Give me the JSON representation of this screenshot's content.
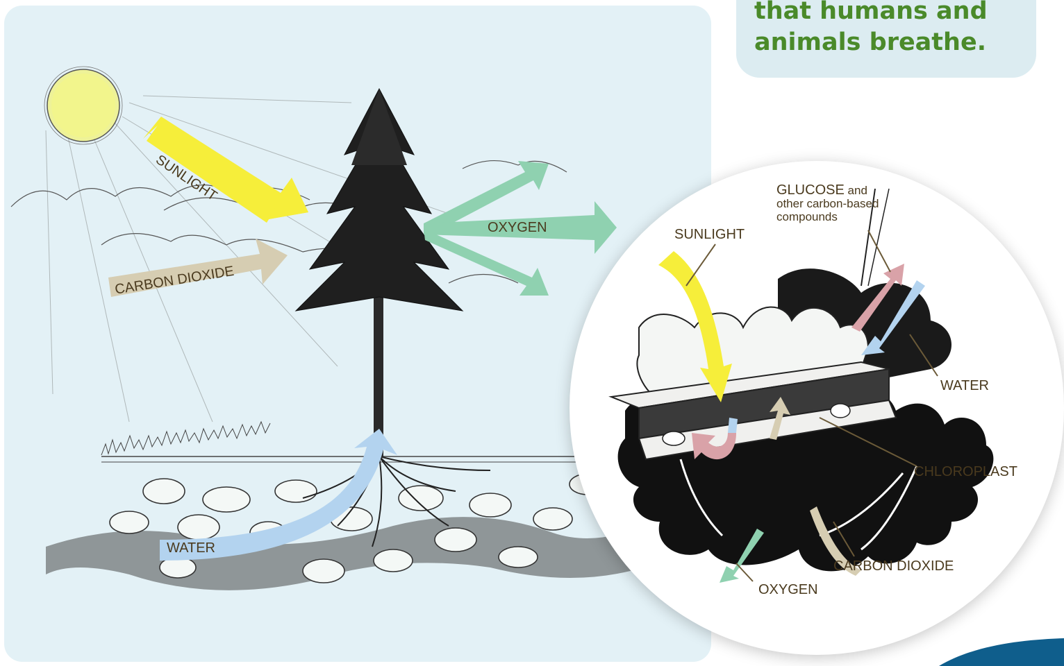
{
  "callout": {
    "text": "that humans and\nanimals breathe."
  },
  "tree_diagram": {
    "labels": {
      "sunlight": "SUNLIGHT",
      "carbon_dioxide": "CARBON DIOXIDE",
      "oxygen": "OXYGEN",
      "water": "WATER"
    }
  },
  "leaf_diagram": {
    "labels": {
      "sunlight": "SUNLIGHT",
      "glucose_main": "GLUCOSE",
      "glucose_and": " and",
      "glucose_line2": "other carbon-based",
      "glucose_line3": "compounds",
      "water": "WATER",
      "chloroplast": "CHLOROPLAST",
      "carbon_dioxide": "CARBON DIOXIDE",
      "oxygen": "OXYGEN"
    }
  },
  "colors": {
    "panel_background": "#e3f1f6",
    "callout_background": "#dcecf1",
    "callout_text": "#4a8a2a",
    "sunlight_arrow": "#f6ee3a",
    "carbon_dioxide_arrow": "#d6cdb2",
    "oxygen_arrow": "#8fd1b0",
    "water_arrow": "#b3d3ef",
    "glucose_arrow": "#d9a2a8",
    "label_text": "#4a3a1e",
    "corner_accent": "#0f5e8c"
  }
}
